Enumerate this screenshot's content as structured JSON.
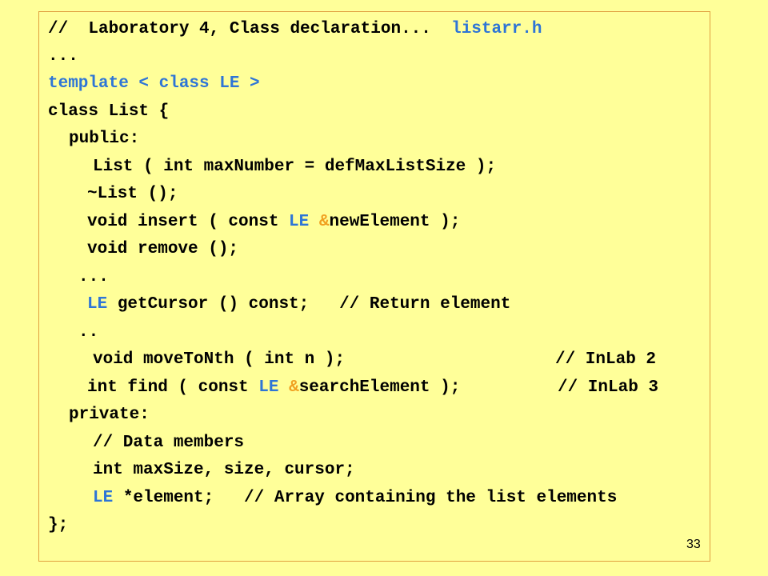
{
  "code": {
    "l1_comment": "//  Laboratory 4, Class declaration...  ",
    "l1_file": "listarr.h",
    "l2": "...",
    "l3": "template < class LE >",
    "l4": "class List {",
    "l5": "public:",
    "l6": "List ( int maxNumber = defMaxListSize );",
    "l7": "~List ();",
    "l8_a": "void insert ( const ",
    "l8_le": "LE",
    "l8_sp": " ",
    "l8_amp": "&",
    "l8_b": "newElement );",
    "l9": "void remove ();",
    "l10": "...",
    "l11_le": "LE",
    "l11_b": " getCursor () const;   // Return element",
    "l12": "..",
    "l13_a": "void moveToNth ( int n );",
    "l13_comment": "// InLab 2",
    "l14_a": "int find ( const ",
    "l14_le": "LE",
    "l14_sp": " ",
    "l14_amp": "&",
    "l14_b": "searchElement );",
    "l14_comment": "// InLab 3",
    "l15": "private:",
    "l16": "// Data members",
    "l17": "int maxSize, size, cursor;",
    "l18_le": "LE",
    "l18_b": " *element;   // Array containing the list elements",
    "l19": "};"
  },
  "page_number": "33",
  "colors": {
    "background": "#FFFF99",
    "border": "#E0A040",
    "keyword_blue": "#2E75D6",
    "ampersand": "#F0A020",
    "text": "#000000"
  }
}
